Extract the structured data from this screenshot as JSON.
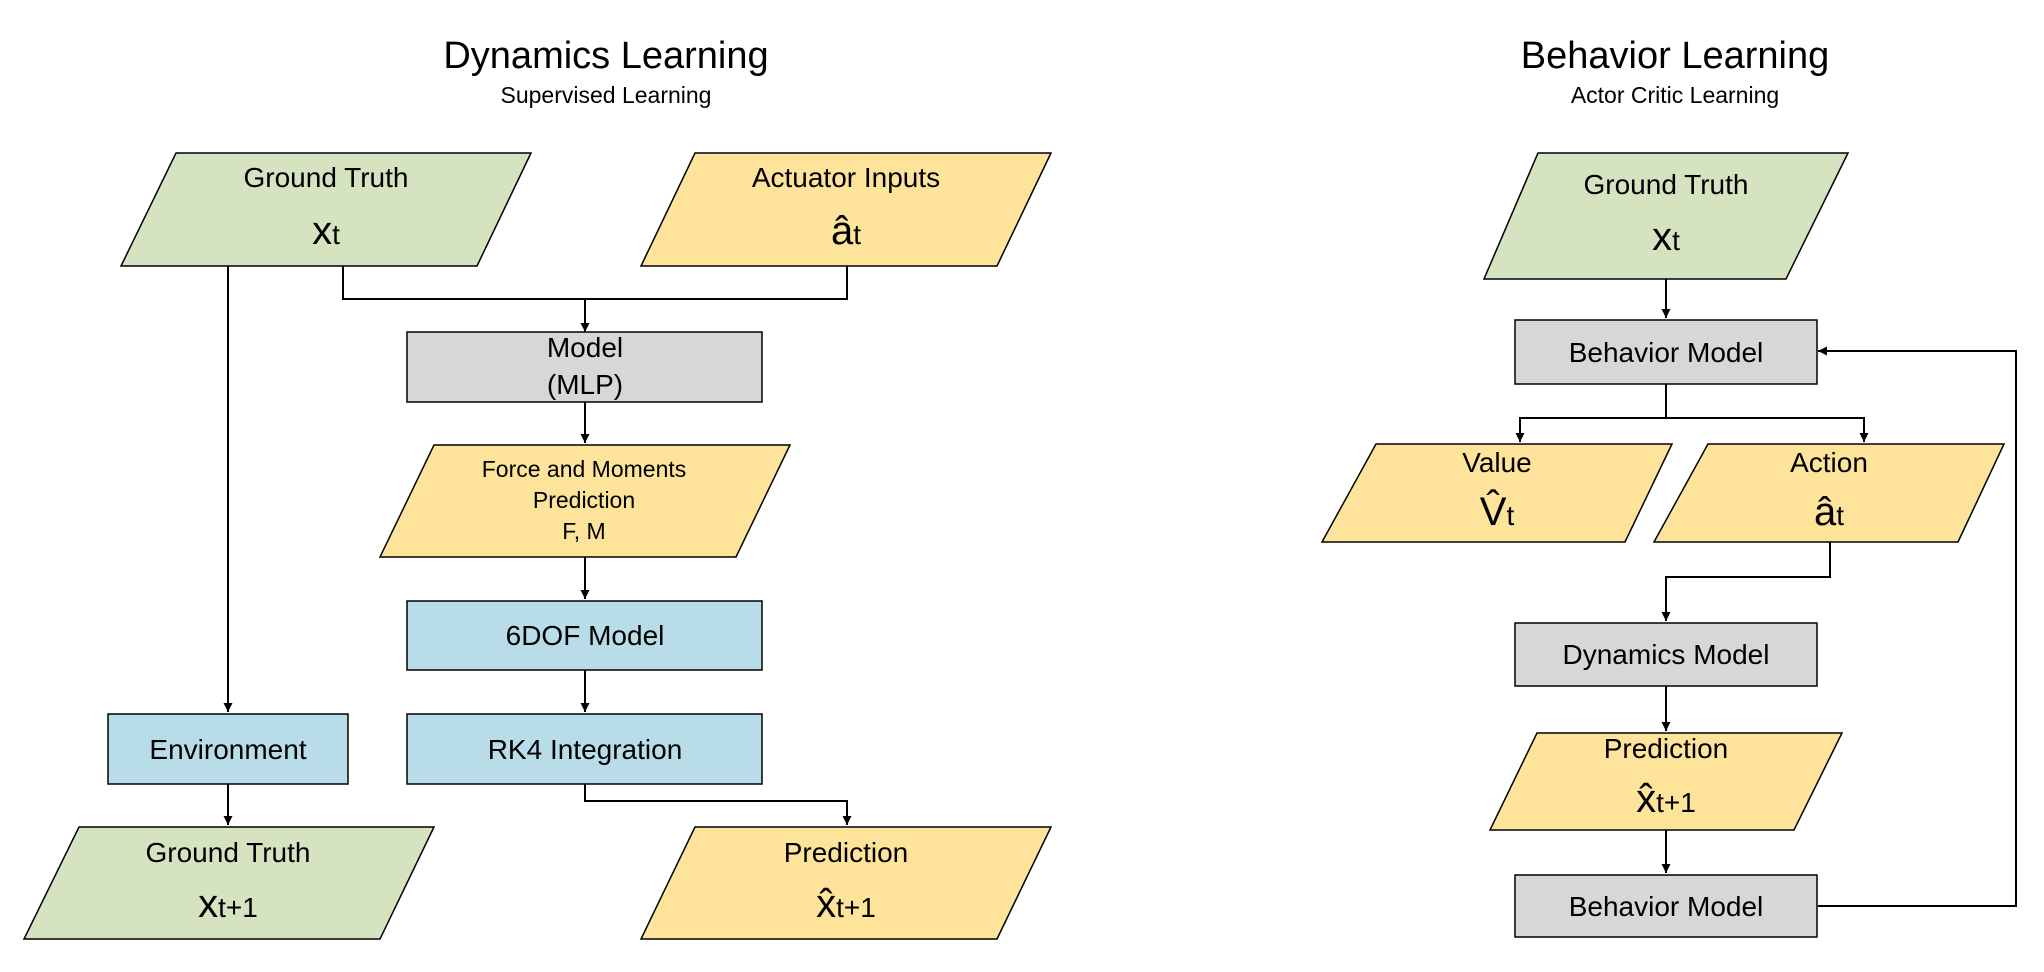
{
  "colors": {
    "green": "#d5e3c0",
    "yellow": "#fde49a",
    "gray": "#d7d7d7",
    "blue": "#b9dde8",
    "stroke": "#000000"
  },
  "left": {
    "title": "Dynamics Learning",
    "subtitle": "Supervised Learning",
    "ground_truth_top": {
      "label": "Ground Truth",
      "symbol": "x",
      "sub": "t"
    },
    "actuator_inputs": {
      "label": "Actuator Inputs",
      "symbol": "â",
      "sub": "t"
    },
    "model": {
      "line1": "Model",
      "line2": "(MLP)"
    },
    "force_moments": {
      "line1": "Force and Moments",
      "line2": "Prediction",
      "line3": "F, M"
    },
    "sixdof": "6DOF Model",
    "rk4": "RK4 Integration",
    "environment": "Environment",
    "ground_truth_bottom": {
      "label": "Ground Truth",
      "symbol": "x",
      "sub": "t+1"
    },
    "prediction": {
      "label": "Prediction",
      "symbol": "x̂",
      "sub": "t+1"
    }
  },
  "right": {
    "title": "Behavior Learning",
    "subtitle": "Actor Critic Learning",
    "ground_truth": {
      "label": "Ground Truth",
      "symbol": "x",
      "sub": "t"
    },
    "behavior_model_top": "Behavior Model",
    "value": {
      "label": "Value",
      "symbol": "V̂",
      "sub": "t"
    },
    "action": {
      "label": "Action",
      "symbol": "â",
      "sub": "t"
    },
    "dynamics_model": "Dynamics Model",
    "prediction": {
      "label": "Prediction",
      "symbol": "x̂",
      "sub": "t+1"
    },
    "behavior_model_bottom": "Behavior Model"
  }
}
